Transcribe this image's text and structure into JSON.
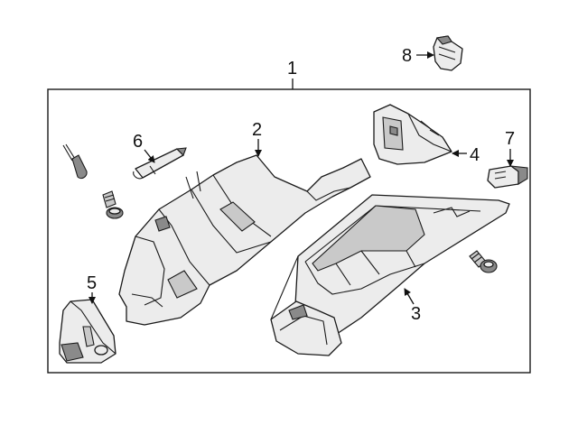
{
  "diagram": {
    "callouts": [
      {
        "id": "c1",
        "label": "1"
      },
      {
        "id": "c2",
        "label": "2"
      },
      {
        "id": "c3",
        "label": "3"
      },
      {
        "id": "c4",
        "label": "4"
      },
      {
        "id": "c5",
        "label": "5"
      },
      {
        "id": "c6",
        "label": "6"
      },
      {
        "id": "c7",
        "label": "7"
      },
      {
        "id": "c8",
        "label": "8"
      }
    ],
    "colors": {
      "ink": "#1a1a1a",
      "part_fill": "#ececec",
      "shade": "#8a8a8a",
      "background": "#ffffff"
    }
  }
}
